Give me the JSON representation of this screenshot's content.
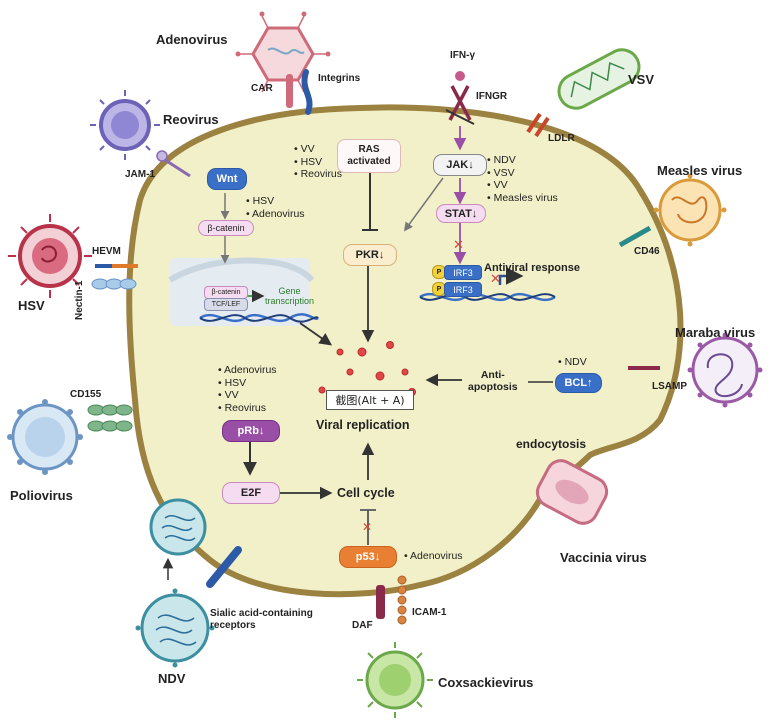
{
  "viruses": {
    "adenovirus": "Adenovirus",
    "reovirus": "Reovirus",
    "hsv": "HSV",
    "poliovirus": "Poliovirus",
    "ndv": "NDV",
    "coxsackievirus": "Coxsackievirus",
    "vaccinia": "Vaccinia virus",
    "maraba": "Maraba virus",
    "measles": "Measles virus",
    "vsv": "VSV"
  },
  "receptors": {
    "car": "CAR",
    "integrins": "Integrins",
    "jam1": "JAM-1",
    "hevm": "HEVM",
    "nectin1": "Nectin-1",
    "cd155": "CD155",
    "sialic_line1": "Sialic acid-containing",
    "sialic_line2": "receptors",
    "daf": "DAF",
    "icam1": "ICAM-1",
    "lsamp": "LSAMP",
    "cd46": "CD46",
    "ldlr": "LDLR",
    "ifng": "IFN-γ",
    "ifngr": "IFNGR"
  },
  "wnt_block": {
    "wnt": "Wnt",
    "beta_catenin": "β-catenin",
    "list": [
      "HSV",
      "Adenovirus"
    ],
    "nuc_beta_catenin": "β-catenin",
    "tcf_lef": "TCF/LEF",
    "gene_transcription_1": "Gene",
    "gene_transcription_2": "transcription"
  },
  "ras_block": {
    "list": [
      "VV",
      "HSV",
      "Reovirus"
    ],
    "ras_line1": "RAS",
    "ras_line2": "activated",
    "pkr": "PKR↓"
  },
  "jak_block": {
    "jak": "JAK↓",
    "stat": "STAT↓",
    "list": [
      "NDV",
      "VSV",
      "VV",
      "Measles virus"
    ],
    "p_label": "P",
    "irf3": "IRF3",
    "antiviral": "Antiviral response"
  },
  "bcl_block": {
    "list": [
      "NDV"
    ],
    "bcl": "BCL↑",
    "anti_apoptosis_1": "Anti-",
    "anti_apoptosis_2": "apoptosis"
  },
  "prb_block": {
    "list": [
      "Adenovirus",
      "HSV",
      "VV",
      "Reovirus"
    ],
    "prb": "pRb↓",
    "e2f": "E2F"
  },
  "center": {
    "screenshot_tooltip": "截图(Alt + A)",
    "viral_replication": "Viral replication",
    "cell_cycle": "Cell cycle",
    "p53": "p53↓",
    "p53_list": [
      "Adenovirus"
    ],
    "endocytosis": "endocytosis"
  },
  "colors": {
    "cell_fill": "#f2f0c9",
    "cell_border": "#9c8240",
    "accent_blue": "#3a6fc7",
    "accent_orange": "#e97f32",
    "inhibit_red": "#d9473a"
  }
}
